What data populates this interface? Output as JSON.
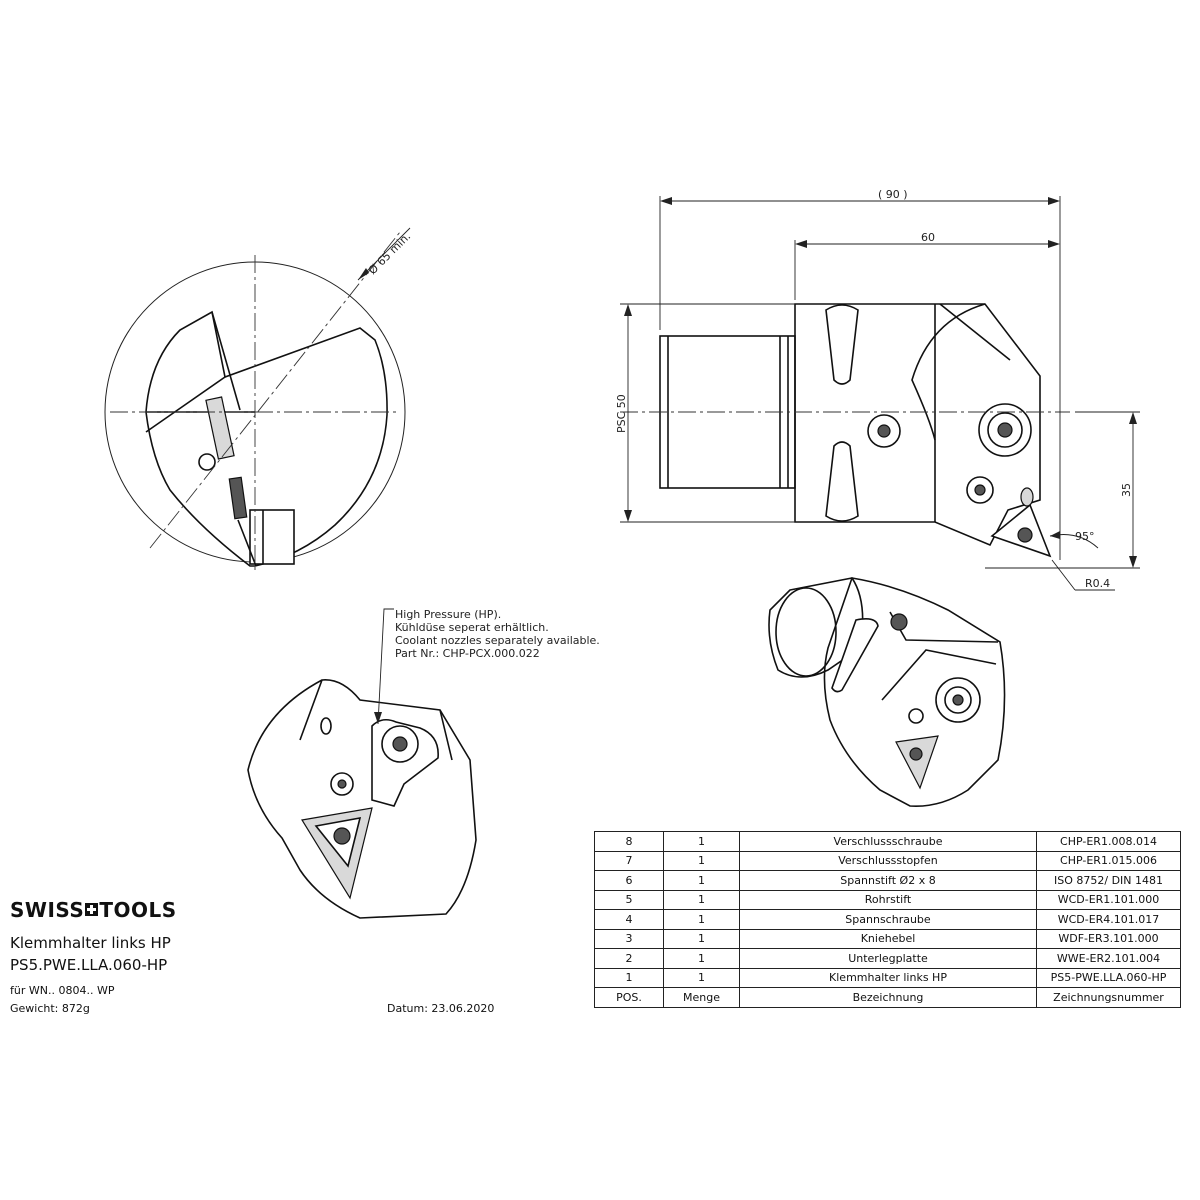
{
  "brand": {
    "name_left": "SWISS",
    "name_right": "TOOLS",
    "logo_icon": "swiss-cross-icon"
  },
  "title": {
    "line1": "Klemmhalter links HP",
    "line2": "PS5.PWE.LLA.060-HP"
  },
  "meta": {
    "insert": "für WN.. 0804.. WP",
    "weight": "Gewicht: 872g",
    "date": "Datum: 23.06.2020"
  },
  "dimensions": {
    "overall_length": "( 90 )",
    "length_60": "60",
    "shank": "PSC 50",
    "height_35": "35",
    "angle": "95°",
    "radius": "R0.4",
    "diameter": "Ø 65 min."
  },
  "note": {
    "line1": "High Pressure (HP).",
    "line2": "Kühldüse seperat erhältlich.",
    "line3": "Coolant nozzles separately available.",
    "line4": "Part Nr.: CHP-PCX.000.022"
  },
  "bom": {
    "header": {
      "pos": "POS.",
      "qty": "Menge",
      "desc": "Bezeichnung",
      "drawing": "Zeichnungsnummer"
    },
    "rows": [
      {
        "pos": "8",
        "qty": "1",
        "desc": "Verschlussschraube",
        "drawing": "CHP-ER1.008.014"
      },
      {
        "pos": "7",
        "qty": "1",
        "desc": "Verschlussstopfen",
        "drawing": "CHP-ER1.015.006"
      },
      {
        "pos": "6",
        "qty": "1",
        "desc": "Spannstift Ø2 x 8",
        "drawing": "ISO 8752/ DIN 1481"
      },
      {
        "pos": "5",
        "qty": "1",
        "desc": "Rohrstift",
        "drawing": "WCD-ER1.101.000"
      },
      {
        "pos": "4",
        "qty": "1",
        "desc": "Spannschraube",
        "drawing": "WCD-ER4.101.017"
      },
      {
        "pos": "3",
        "qty": "1",
        "desc": "Kniehebel",
        "drawing": "WDF-ER3.101.000"
      },
      {
        "pos": "2",
        "qty": "1",
        "desc": "Unterlegplatte",
        "drawing": "WWE-ER2.101.004"
      },
      {
        "pos": "1",
        "qty": "1",
        "desc": "Klemmhalter links HP",
        "drawing": "PS5-PWE.LLA.060-HP"
      }
    ]
  }
}
